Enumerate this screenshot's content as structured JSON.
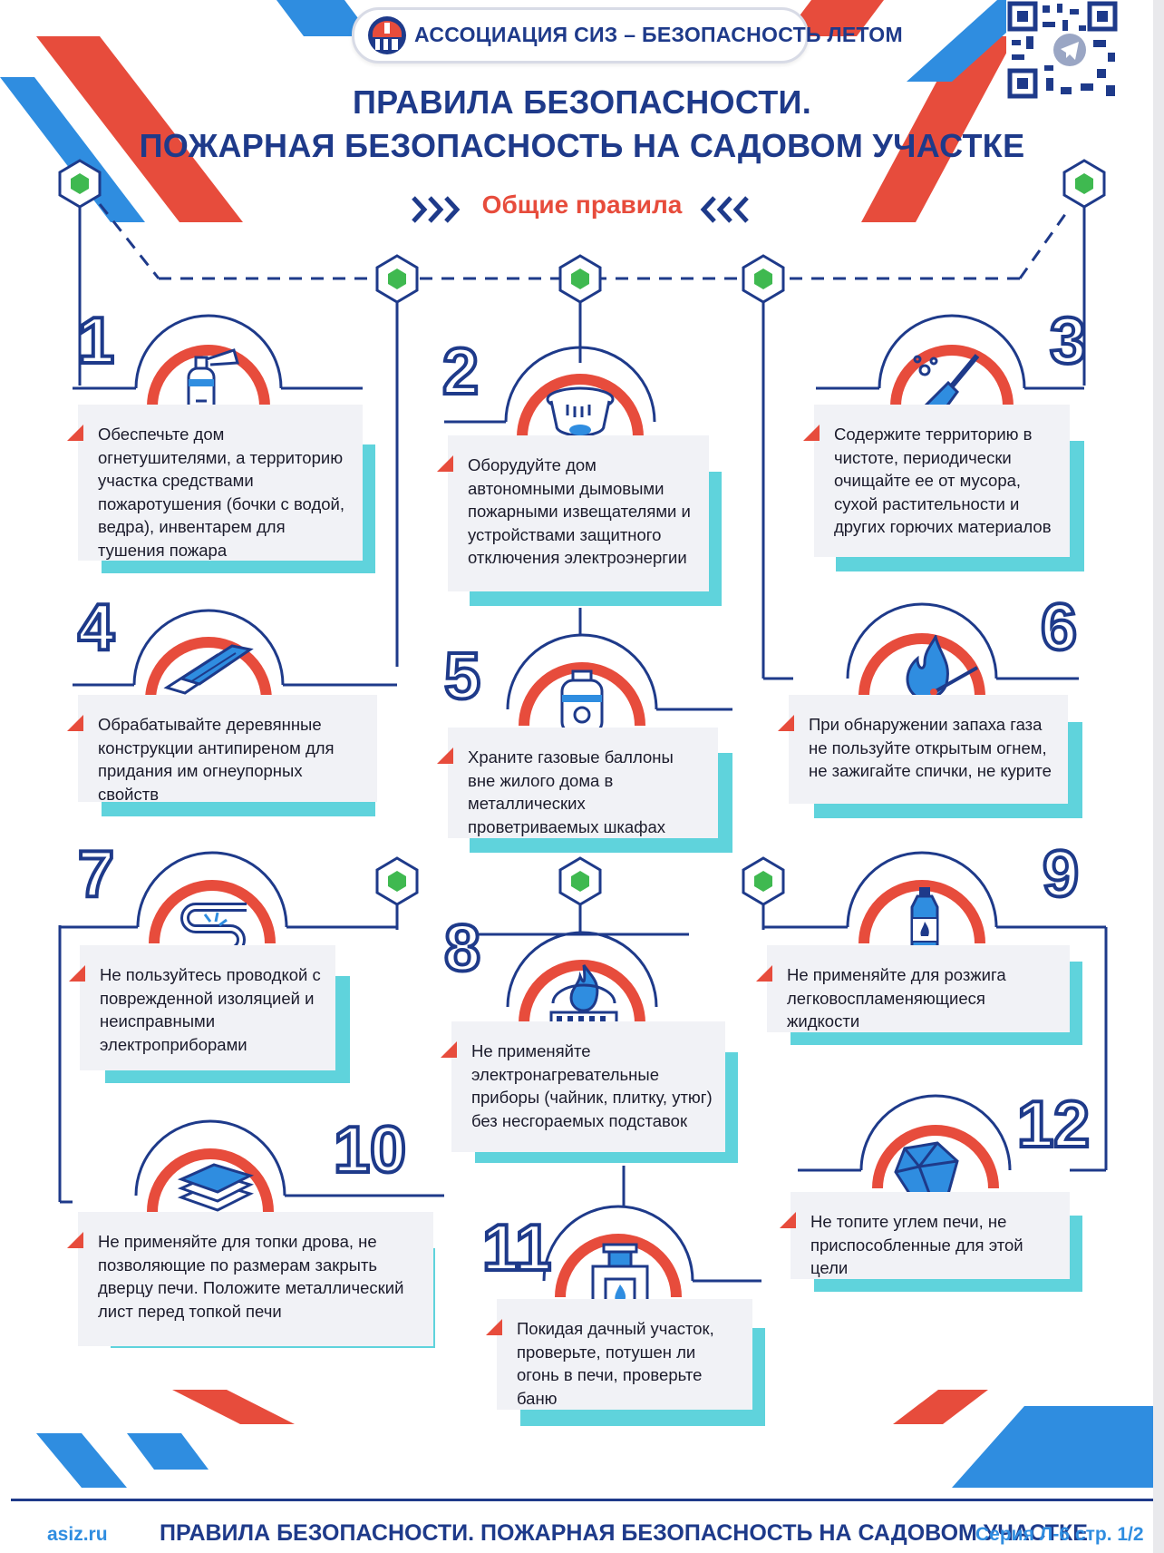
{
  "header": {
    "label": "АССОЦИАЦИЯ СИЗ – БЕЗОПАСНОСТЬ ЛЕТОМ"
  },
  "title": {
    "line1": "ПРАВИЛА БЕЗОПАСНОСТИ.",
    "line2": "ПОЖАРНАЯ БЕЗОПАСНОСТЬ НА САДОВОМ УЧАСТКЕ"
  },
  "section": {
    "label": "Общие правила"
  },
  "rules": [
    {
      "number": "1",
      "icon": "fire-extinguisher-icon",
      "text": "Обеспечьте дом огнетушителями, а территорию участка средствами пожаротушения (бочки с водой, ведра), инвентарем для тушения пожара"
    },
    {
      "number": "2",
      "icon": "smoke-detector-icon",
      "text": "Оборудуйте дом автономными дымовыми пожарными извещателями и устройствами защитного отключения электроэнергии"
    },
    {
      "number": "3",
      "icon": "broom-icon",
      "text": "Содержите территорию в чистоте, периодически очищайте ее от мусора, сухой растительности и других горючих материалов"
    },
    {
      "number": "4",
      "icon": "wooden-planks-icon",
      "text": "Обрабатывайте деревянные конструкции антипиреном для придания им огнеупорных свойств"
    },
    {
      "number": "5",
      "icon": "gas-cylinder-icon",
      "text": "Храните газовые баллоны вне жилого дома в металлических проветриваемых шкафах"
    },
    {
      "number": "6",
      "icon": "match-flame-icon",
      "text": "При обнаружении запаха газа не пользуйте открытым огнем, не зажигайте спички, не курите"
    },
    {
      "number": "7",
      "icon": "damaged-wire-icon",
      "text": "Не пользуйтесь проводкой с поврежденной изоляцией и неисправными электроприборами"
    },
    {
      "number": "8",
      "icon": "heater-flame-icon",
      "text": "Не применяйте электронагревательные приборы (чайник, плитку, утюг) без несгораемых подставок"
    },
    {
      "number": "9",
      "icon": "flammable-bottle-icon",
      "text": "Не применяйте для розжига легковоспламеняющиеся жидкости"
    },
    {
      "number": "10",
      "icon": "metal-sheet-icon",
      "text": "Не применяйте для топки дрова, не позволяющие по размерам закрыть дверцу печи. Положите металлический лист перед топкой печи"
    },
    {
      "number": "11",
      "icon": "stove-fire-icon",
      "text": "Покидая дачный участок, проверьте, потушен ли огонь в печи, проверьте баню"
    },
    {
      "number": "12",
      "icon": "coal-icon",
      "text": "Не топите углем печи, не приспособленные для этой цели"
    }
  ],
  "footer": {
    "site": "asiz.ru",
    "title": "ПРАВИЛА БЕЗОПАСНОСТИ. ПОЖАРНАЯ БЕЗОПАСНОСТЬ НА САДОВОМ УЧАСТКЕ",
    "series": "Серия Л-6 стр. 1/2"
  },
  "colors": {
    "navy": "#1e3a8a",
    "red": "#e74c3c",
    "blue": "#2f8de0",
    "teal": "#5fd3dc",
    "card": "#f1f2f6",
    "green": "#3fb950"
  }
}
